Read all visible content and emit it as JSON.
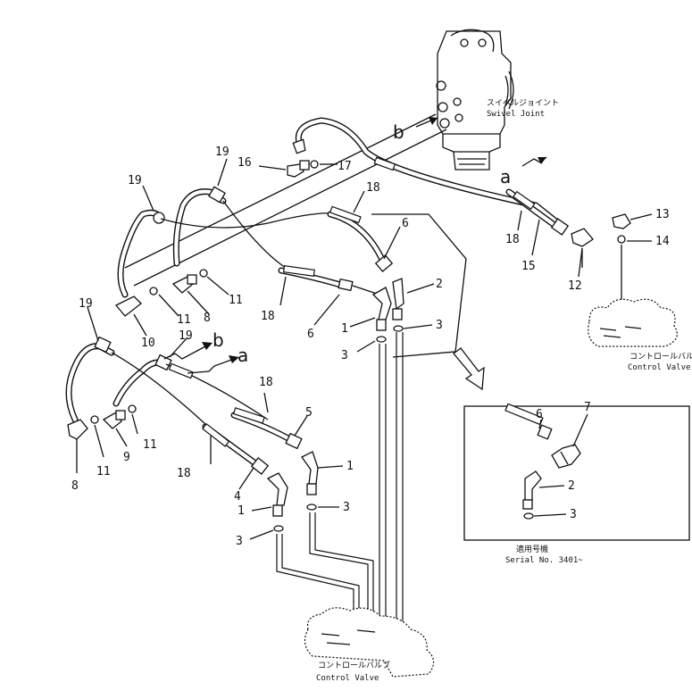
{
  "swivel_joint": {
    "label_jp": "スイベルジョイント",
    "label_en": "Swivel  Joint"
  },
  "control_valve_right": {
    "label_jp": "コントロールバルブ",
    "label_en": "Control  Valve"
  },
  "control_valve_bottom": {
    "label_jp": "コントロールバルブ",
    "label_en": "Control  Valve"
  },
  "serial": {
    "label_jp": "適用号機",
    "label_en": "Serial  No.  3401~"
  },
  "arrow_labels": {
    "a": "a",
    "b": "b"
  },
  "part_numbers": {
    "n1": "1",
    "n2": "2",
    "n3": "3",
    "n4": "4",
    "n5": "5",
    "n6": "6",
    "n7": "7",
    "n8": "8",
    "n9": "9",
    "n10": "10",
    "n11": "11",
    "n12": "12",
    "n13": "13",
    "n14": "14",
    "n15": "15",
    "n16": "16",
    "n17": "17",
    "n18": "18",
    "n19": "19"
  }
}
